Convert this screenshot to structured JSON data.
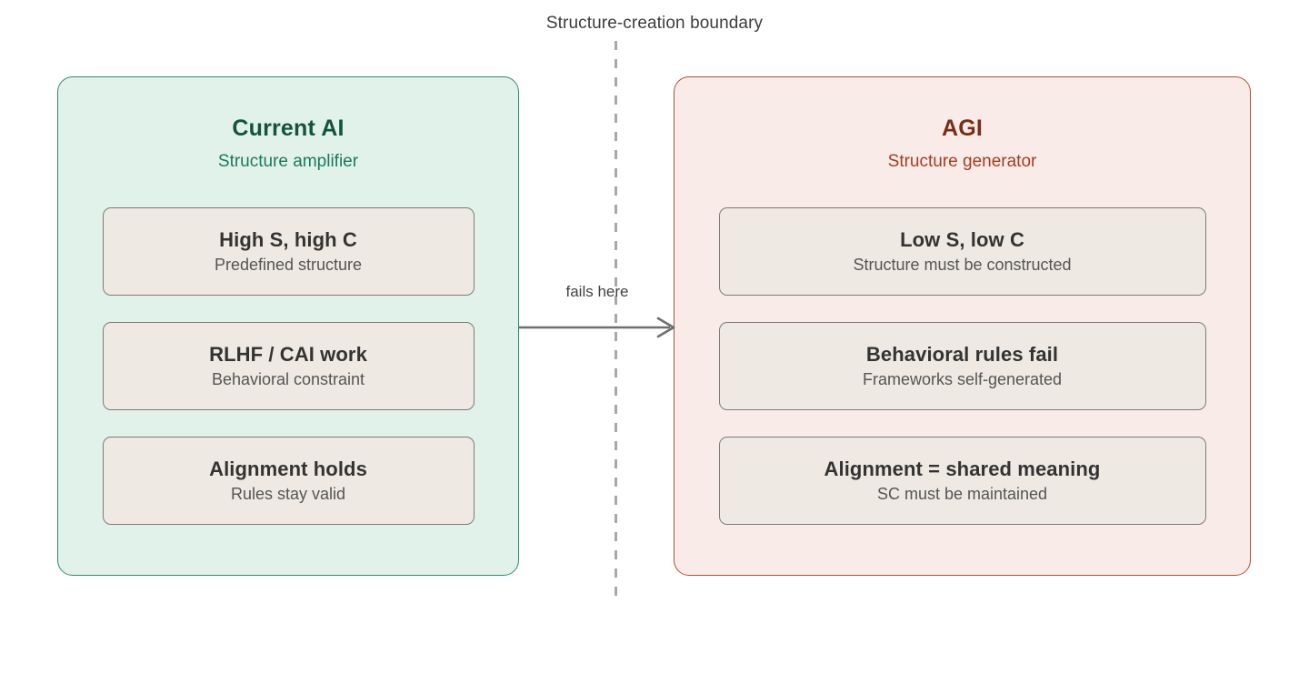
{
  "diagram": {
    "boundary_label": "Structure-creation boundary",
    "connector": {
      "label": "fails here",
      "icon": "arrow-right-icon",
      "color": "#6e6e6e"
    },
    "panels": [
      {
        "id": "current-ai",
        "title": "Current AI",
        "subtitle": "Structure amplifier",
        "fill": "#e1f2ea",
        "border": "#2e8b6f",
        "title_color": "#14533c",
        "subtitle_color": "#1a7a5e",
        "cards": [
          {
            "title": "High S, high C",
            "subtitle": "Predefined structure"
          },
          {
            "title": "RLHF / CAI work",
            "subtitle": "Behavioral constraint"
          },
          {
            "title": "Alignment holds",
            "subtitle": "Rules stay valid"
          }
        ]
      },
      {
        "id": "agi",
        "title": "AGI",
        "subtitle": "Structure generator",
        "fill": "#f9ece8",
        "border": "#b5502d",
        "title_color": "#7a2d16",
        "subtitle_color": "#a33d22",
        "cards": [
          {
            "title": "Low S, low C",
            "subtitle": "Structure must be constructed"
          },
          {
            "title": "Behavioral rules fail",
            "subtitle": "Frameworks self-generated"
          },
          {
            "title": "Alignment = shared meaning",
            "subtitle": "SC must be maintained"
          }
        ]
      }
    ]
  }
}
